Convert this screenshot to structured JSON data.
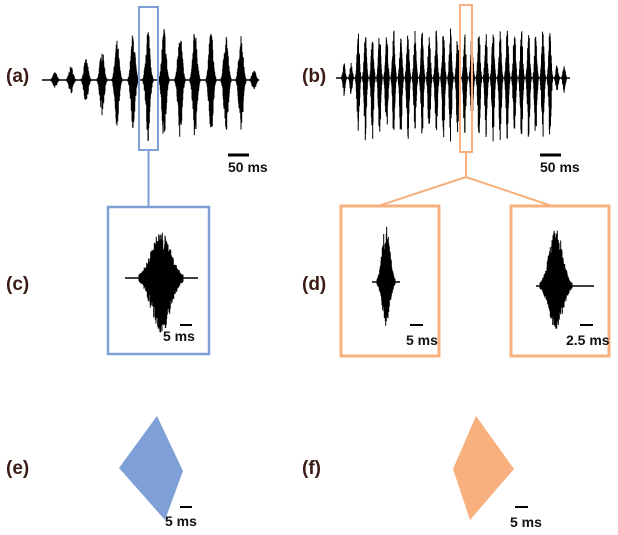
{
  "panels": {
    "a": {
      "label": "(a)"
    },
    "b": {
      "label": "(b)"
    },
    "c": {
      "label": "(c)"
    },
    "d": {
      "label": "(d)"
    },
    "e": {
      "label": "(e)"
    },
    "f": {
      "label": "(f)"
    }
  },
  "scale_bars": {
    "a": "50 ms",
    "b": "50 ms",
    "c": "5 ms",
    "d_left": "5 ms",
    "d_right": "2.5 ms",
    "e": "5 ms",
    "f": "5 ms"
  },
  "colors": {
    "blue": "#7ea0d6",
    "orange": "#f8b07e",
    "waveform": "#000000",
    "label": "#3a1e17"
  }
}
